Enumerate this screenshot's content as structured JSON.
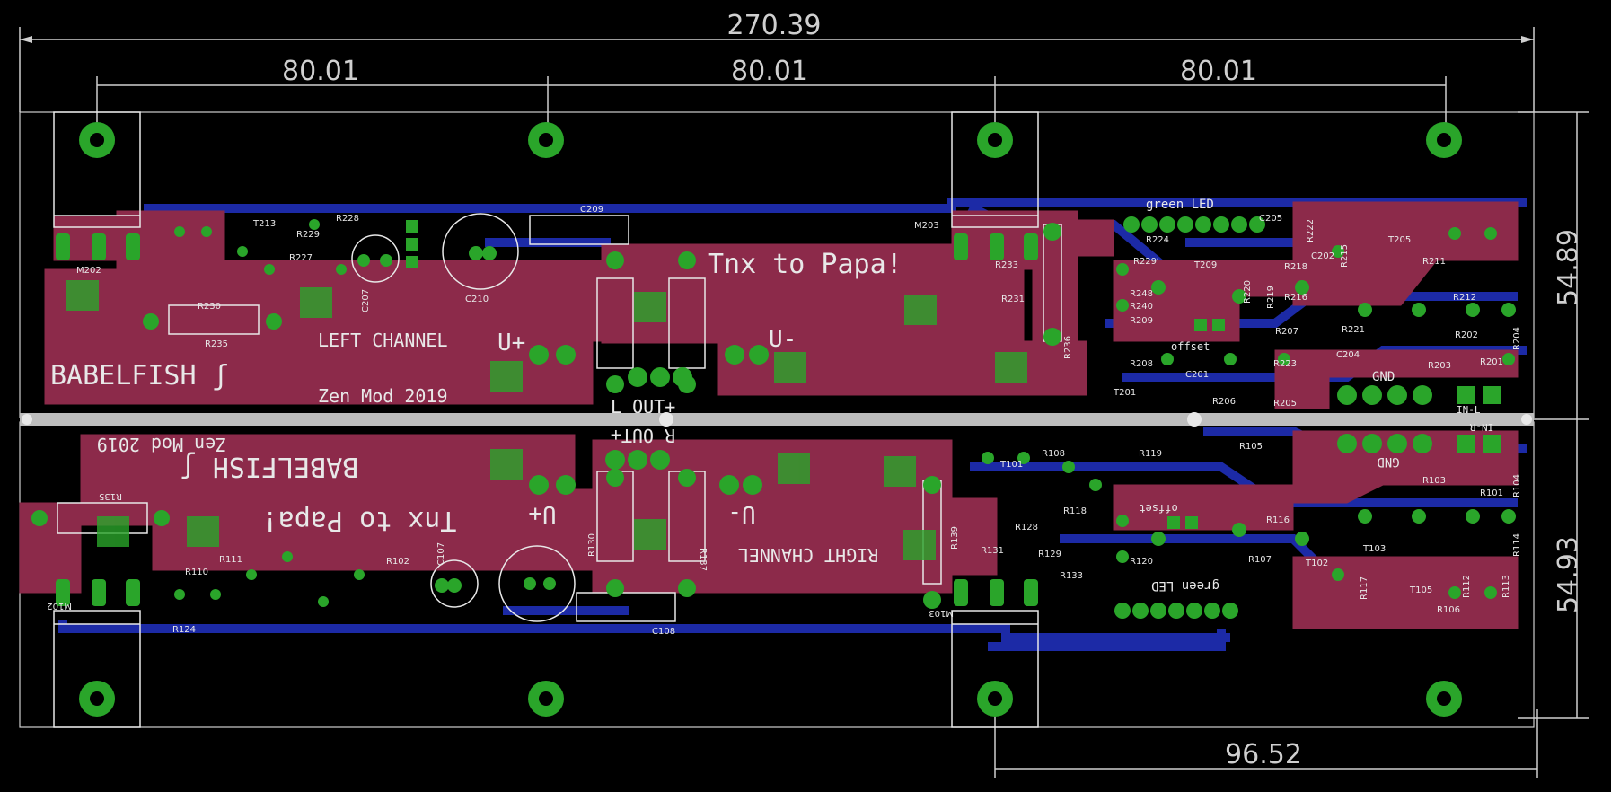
{
  "colors": {
    "background": "#000000",
    "copper_top": "#8c2a4a",
    "copper_bottom": "#1c2aa6",
    "pad": "#2aa52a",
    "hole": "#e8e8e8",
    "silkscreen": "#e8e8e8",
    "dimension": "#cfcfcf",
    "rail": "#bdbdbd"
  },
  "dimensions": {
    "overall_width": "270.39",
    "hole_spacing_1": "80.01",
    "hole_spacing_2": "80.01",
    "hole_spacing_3": "80.01",
    "upper_height": "54.89",
    "lower_height": "54.93",
    "bottom_offset": "96.52"
  },
  "labels": {
    "brand": "BABELFISH ʃ",
    "thanks": "Tnx to Papa!",
    "left_channel": "LEFT CHANNEL",
    "right_channel": "RIGHT CHANNEL",
    "zen_mod": "Zen Mod 2019",
    "u_plus": "U+",
    "u_minus": "U-",
    "l_out": "L OUT+",
    "r_out": "R OUT+",
    "green_led": "green LED",
    "gnd": "GND",
    "in_l": "IN-L",
    "in_r": "IN-R",
    "offset": "offset"
  },
  "components": {
    "upper": [
      "M202",
      "M203",
      "R228",
      "R229",
      "R227",
      "T213",
      "R233",
      "R231",
      "R236",
      "C210",
      "C207",
      "R235",
      "R230",
      "C209",
      "R224",
      "R229′",
      "R248",
      "R240",
      "R209",
      "R208",
      "T201",
      "R205",
      "R207",
      "R223",
      "C204",
      "C201",
      "R220",
      "R218",
      "R216",
      "R206",
      "R203",
      "R201",
      "R202",
      "R212",
      "R211",
      "T205",
      "R204",
      "R221",
      "C202",
      "R219",
      "T209",
      "R222",
      "C205",
      "R215"
    ],
    "lower": [
      "M102",
      "M103",
      "R135",
      "R111",
      "R110",
      "R124",
      "R102",
      "R130",
      "R137",
      "R139",
      "R131",
      "R133",
      "C107",
      "C108",
      "R119",
      "R108",
      "R118",
      "R129",
      "R128",
      "R116",
      "R120",
      "R107",
      "R105",
      "R104",
      "R103",
      "R101",
      "R113",
      "R112",
      "T105",
      "R106",
      "T101",
      "T103",
      "T102",
      "R114",
      "R117"
    ]
  }
}
